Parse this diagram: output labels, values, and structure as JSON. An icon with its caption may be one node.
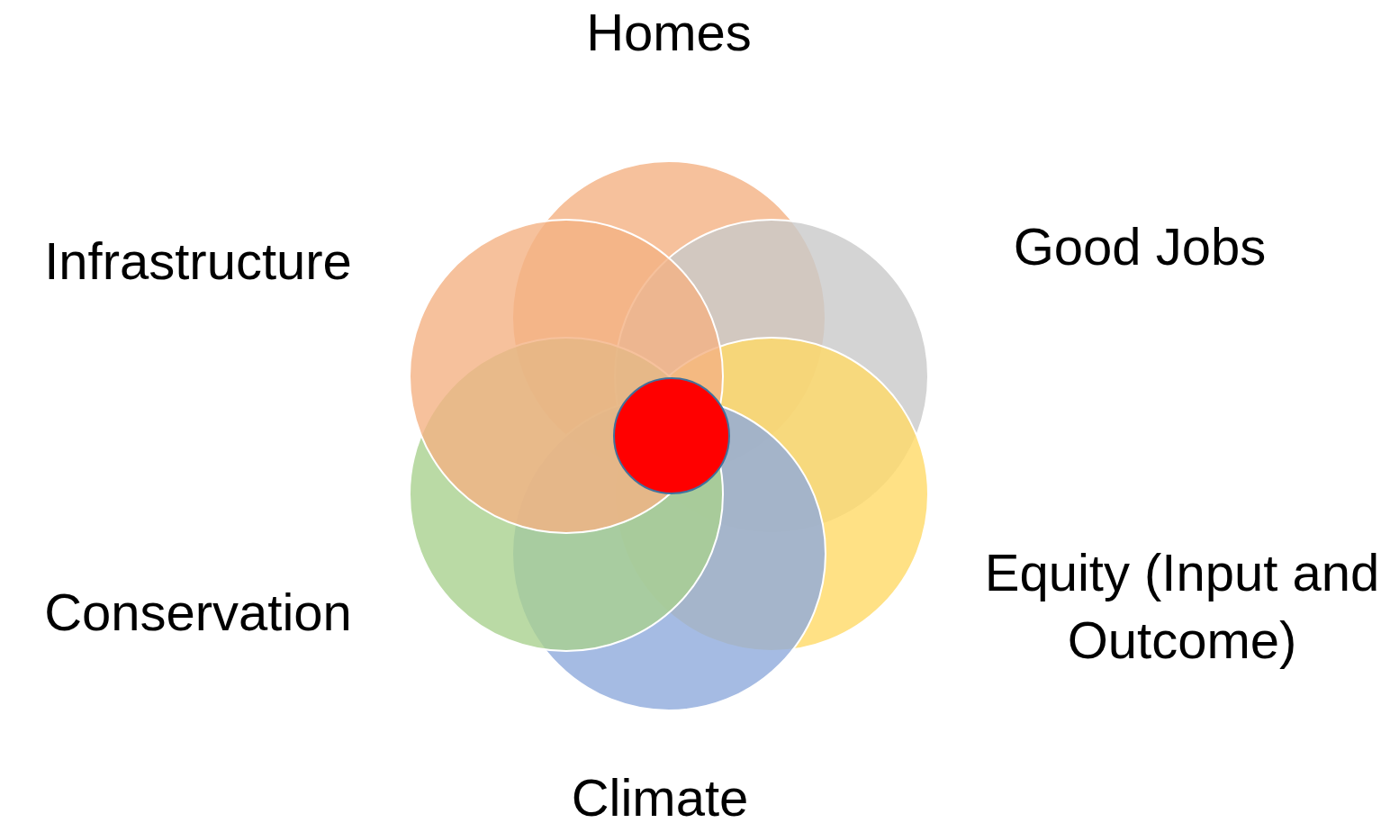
{
  "diagram": {
    "nodes": [
      {
        "text": [
          "Homes"
        ]
      },
      {
        "text": [
          "Good Jobs"
        ]
      },
      {
        "text": [
          "Equity (Input and Outcome)"
        ]
      },
      {
        "text": [
          "Climate"
        ]
      },
      {
        "text": [
          "Conservation"
        ]
      },
      {
        "text": [
          "Infrastructure"
        ]
      },
      {
        "text": [],
        "shape": "circle"
      }
    ]
  }
}
